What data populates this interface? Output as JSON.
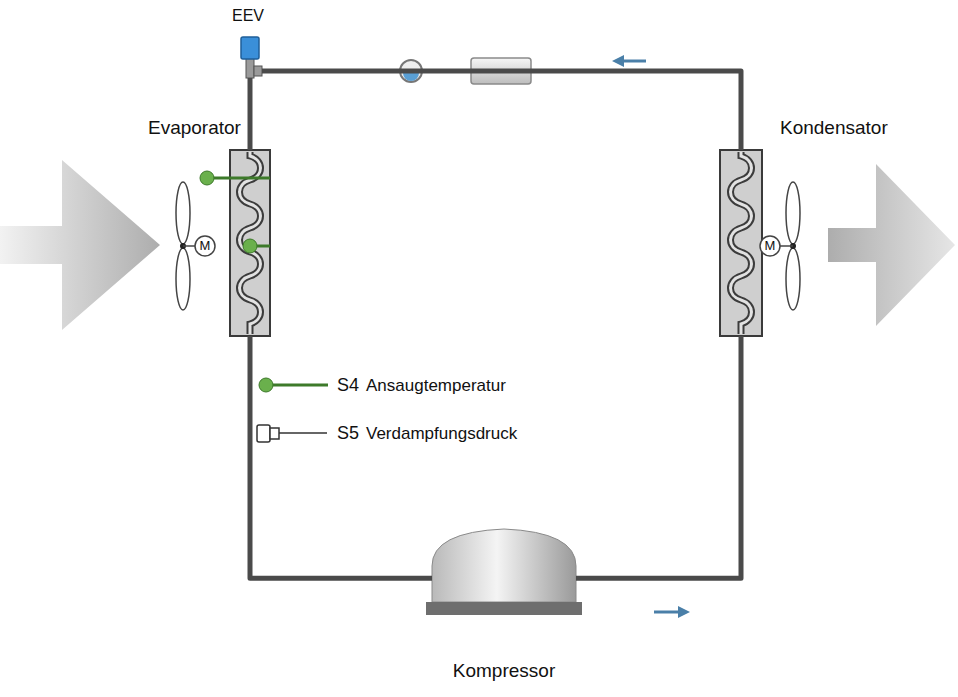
{
  "diagram": {
    "nodes": [
      {
        "text": [
          "EEV"
        ]
      },
      {
        "text": [
          "Evaporator"
        ]
      },
      {
        "text": [
          "Kondensator"
        ]
      },
      {
        "text": [
          "Kompressor"
        ]
      }
    ],
    "edges": [
      {
        "from": 3,
        "to": 2,
        "arrow": "none"
      },
      {
        "from": 2,
        "to": 0,
        "arrow": "none"
      },
      {
        "from": 0,
        "to": 1,
        "arrow": "none"
      },
      {
        "from": 1,
        "to": 3,
        "arrow": "none"
      }
    ],
    "labels": [
      "M",
      "M",
      "S4",
      "Ansaugtemperatur",
      "S5",
      "Verdampfungsdruck"
    ]
  }
}
